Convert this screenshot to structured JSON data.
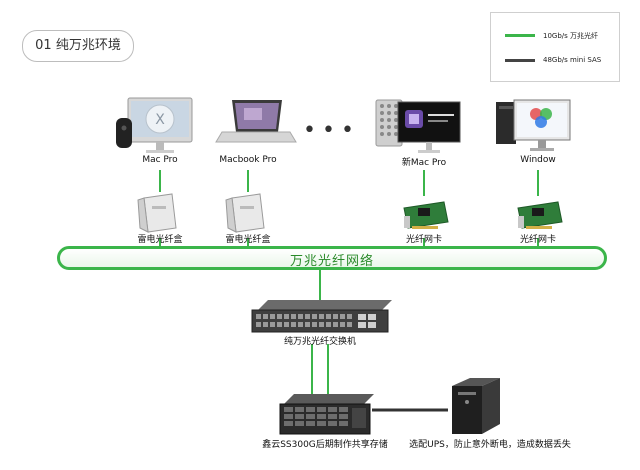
{
  "title": "01 纯万兆环境",
  "legend": [
    {
      "label": "10Gb/s 万兆光纤",
      "color": "#3bb54a"
    },
    {
      "label": "48Gb/s mini SAS",
      "color": "#444444"
    }
  ],
  "computers": {
    "mac_pro": "Mac Pro",
    "macbook_pro": "Macbook Pro",
    "new_mac_pro": "新Mac Pro",
    "window": "Window"
  },
  "adapters": {
    "tb_box_1": "雷电光纤盒",
    "tb_box_2": "雷电光纤盒",
    "nic_1": "光纤网卡",
    "nic_2": "光纤网卡"
  },
  "backbone": "万兆光纤网络",
  "switch": "纯万兆光纤交换机",
  "storage": "鑫云SS300G后期制作共享存储",
  "ups": "选配UPS，防止意外断电，造成数据丢失",
  "colors": {
    "fiber": "#3bb54a",
    "sas": "#444444"
  }
}
